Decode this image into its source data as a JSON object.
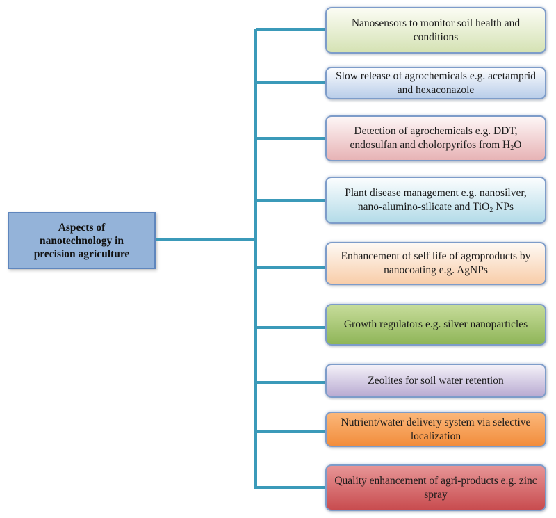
{
  "root": {
    "label_lines": [
      "Aspects of",
      "nanotechnology in",
      "precision agriculture"
    ]
  },
  "connector_color": "#3b9ab9",
  "nodes": [
    {
      "text": "Nanosensors to monitor soil health and conditions",
      "fill_top": "#fbfcf4",
      "fill_bottom": "#d5e2b4"
    },
    {
      "text": "Slow release of agrochemicals e.g. acetamprid and hexaconazole",
      "fill_top": "#fbfcfe",
      "fill_bottom": "#b9cde9"
    },
    {
      "text_parts": [
        "Detection of  agrochemicals e.g. DDT, endosulfan and cholorpyrifos from H",
        "2",
        "O"
      ],
      "fill_top": "#fdf6f6",
      "fill_bottom": "#e7b3b5"
    },
    {
      "text_parts": [
        "Plant disease management e.g. nanosilver, nano-alumino-silicate and TiO",
        "2",
        " NPs"
      ],
      "fill_top": "#fbfdfe",
      "fill_bottom": "#b3dbe8"
    },
    {
      "text": "Enhancement of self life of agroproducts by nanocoating e.g. AgNPs",
      "fill_top": "#fef9f4",
      "fill_bottom": "#f8cda9"
    },
    {
      "text": "Growth regulators e.g. silver nanoparticles",
      "fill_top": "#c6dc9a",
      "fill_bottom": "#8fb558"
    },
    {
      "text": "Zeolites for soil water retention",
      "fill_top": "#f4f1f8",
      "fill_bottom": "#b9abd2"
    },
    {
      "text": "Nutrient/water delivery system via selective localization",
      "fill_top": "#fbb77a",
      "fill_bottom": "#f28d3c"
    },
    {
      "text": "Quality enhancement of agri-products e.g. zinc spray",
      "fill_top": "#e79596",
      "fill_bottom": "#c84c4f"
    }
  ]
}
